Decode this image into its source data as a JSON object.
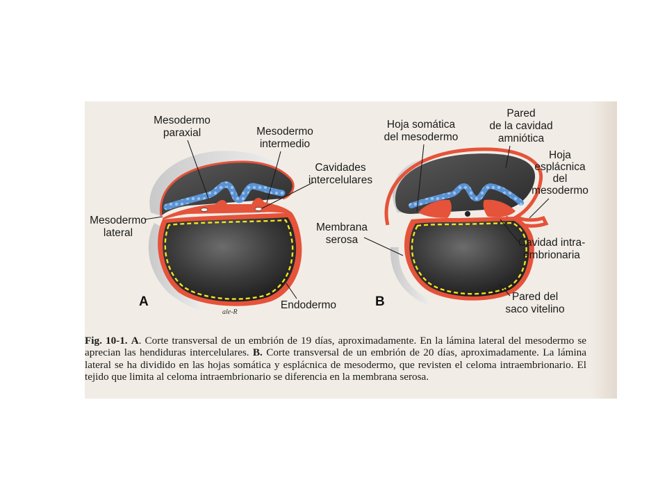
{
  "figure": {
    "panel_a": {
      "letter": "A",
      "labels": {
        "paraxial_line1": "Mesodermo",
        "paraxial_line2": "paraxial",
        "intermedio_line1": "Mesodermo",
        "intermedio_line2": "intermedio",
        "cavidades_line1": "Cavidades",
        "cavidades_line2": "intercelulares",
        "lateral_line1": "Mesodermo",
        "lateral_line2": "lateral",
        "endodermo": "Endodermo"
      },
      "signature": "ale-R"
    },
    "panel_b": {
      "letter": "B",
      "labels": {
        "somatica_line1": "Hoja somática",
        "somatica_line2": "del mesodermo",
        "pared_amn_line1": "Pared",
        "pared_amn_line2": "de la cavidad",
        "pared_amn_line3": "amniótica",
        "esplacnica_line1": "Hoja",
        "esplacnica_line2": "esplácnica",
        "esplacnica_line3": "del",
        "esplacnica_line4": "mesodermo",
        "serosa_line1": "Membrana",
        "serosa_line2": "serosa",
        "cavidad_intra_line1": "Cavidad intra-",
        "cavidad_intra_line2": "embrionaria",
        "saco_line1": "Pared del",
        "saco_line2": "saco vitelino"
      }
    },
    "caption": {
      "fig_id": "Fig. 10-1.",
      "a_mark": "A",
      "a_text": ". Corte transversal de un embrión de 19 días, aproximadamente. En la lámina lateral del mesodermo se aprecian las hendiduras intercelulares.",
      "b_mark": "B.",
      "b_text": "Corte transversal de un embrión de 20 días, aproximadamente. La lámina lateral se ha dividido en las hojas somática y esplácnica de mesodermo, que revisten el celoma intraembrionario. El tejido que limita al celoma intraembrionario se diferencia en la membrana serosa."
    },
    "colors": {
      "mesoderm_red": "#e5533a",
      "ectoderm_blue": "#5a93d4",
      "endoderm_yellow": "#f2e321",
      "cavity_dark": "#3a3a3a",
      "scan_bg": "#f1ede6"
    }
  }
}
